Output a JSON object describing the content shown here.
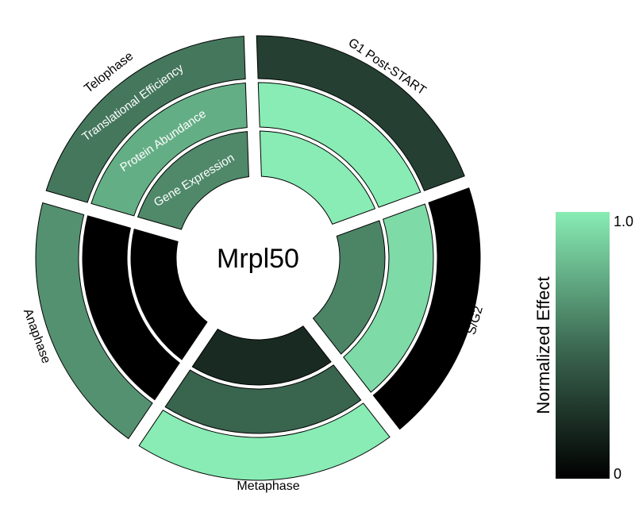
{
  "chart_data": {
    "type": "radial-heatmap",
    "title": "Mrpl50",
    "phases": [
      "G1 Post-START",
      "S/G2",
      "Metaphase",
      "Anaphase",
      "Telophase"
    ],
    "rings": [
      "Gene Expression",
      "Protein Abundance",
      "Translational Efficiency"
    ],
    "values": {
      "Gene Expression": [
        1.0,
        0.6,
        0.2,
        0.0,
        0.62
      ],
      "Protein Abundance": [
        1.0,
        0.93,
        0.47,
        0.0,
        0.76
      ],
      "Translational Efficiency": [
        0.3,
        0.0,
        1.0,
        0.65,
        0.55
      ]
    },
    "colorbar": {
      "label": "Normalized Effect",
      "min_label": "0",
      "max_label": "1.0",
      "range": [
        0,
        1
      ],
      "colors": [
        "#000000",
        "#3d6a53",
        "#88ecb4"
      ]
    }
  }
}
